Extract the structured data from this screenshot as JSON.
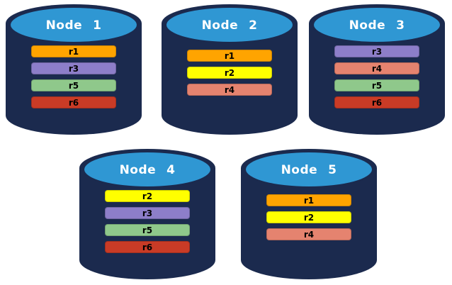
{
  "colors": {
    "background": "#FFFFFF",
    "cylinder_body": "#1B2A4E",
    "cylinder_top_fill": "#2F97D3",
    "node_label_text": "#FFFFFF",
    "replica_label_text": "#000000",
    "replicas": {
      "r1": "#FFA400",
      "r2": "#FFFF00",
      "r3": "#8D7EC9",
      "r4": "#E5836F",
      "r5": "#8FC88B",
      "r6": "#C93B26"
    }
  },
  "nodes": [
    {
      "label": "Node 1",
      "replicas": [
        "r1",
        "r3",
        "r5",
        "r6"
      ]
    },
    {
      "label": "Node 2",
      "replicas": [
        "r1",
        "r2",
        "r4"
      ]
    },
    {
      "label": "Node 3",
      "replicas": [
        "r3",
        "r4",
        "r5",
        "r6"
      ]
    },
    {
      "label": "Node 4",
      "replicas": [
        "r2",
        "r3",
        "r5",
        "r6"
      ]
    },
    {
      "label": "Node 5",
      "replicas": [
        "r1",
        "r2",
        "r4"
      ]
    }
  ]
}
